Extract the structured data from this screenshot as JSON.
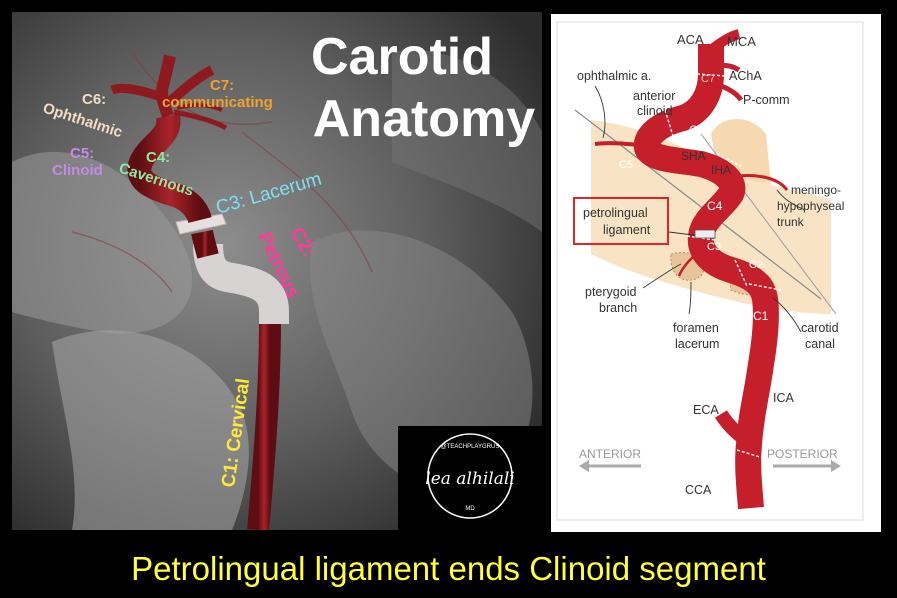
{
  "left_panel": {
    "title_line1": "Carotid",
    "title_line2": "Anatomy",
    "labels": {
      "c7_line1": "C7:",
      "c7_line2": "communicating",
      "c6_line1": "C6:",
      "c6_line2": "Ophthalmic",
      "c5_line1": "C5:",
      "c5_line2": "Clinoid",
      "c4_line1": "C4:",
      "c4_line2": "Cavernous",
      "c3": "C3: Lacerum",
      "c2_line1": "C2:",
      "c2_line2": "Petrous",
      "c1": "C1: Cervical"
    },
    "logo": {
      "top_text": "@TEACHPLAYGRUS",
      "name": "lea alhilali",
      "suffix": "MD"
    },
    "colors": {
      "artery": "#8e1a1f",
      "c7": "#f2a22a",
      "c6": "#f2dcc2",
      "c5": "#c48ae8",
      "c4": "#8fe8a2",
      "c3": "#7ee0f2",
      "c2": "#ff3a9a",
      "c1": "#ffe83a"
    }
  },
  "right_panel": {
    "labels": {
      "aca": "ACA",
      "mca": "MCA",
      "ophthalmic": "ophthalmic a.",
      "acha": "AChA",
      "anterior_clinoid_1": "anterior",
      "anterior_clinoid_2": "clinoid",
      "pcomm": "P-comm",
      "c7": "C7",
      "c6": "C6",
      "c5": "C5",
      "sha": "SHA",
      "iha": "IHA",
      "meningo_1": "meningo-",
      "meningo_2": "hypophyseal",
      "meningo_3": "trunk",
      "petrolingual_1": "petrolingual",
      "petrolingual_2": "ligament",
      "c4": "C4",
      "c3": "C3",
      "c2": "C2",
      "c1": "C1",
      "pterygoid_1": "pterygoid",
      "pterygoid_2": "branch",
      "foramen_1": "foramen",
      "foramen_2": "lacerum",
      "carotid_canal_1": "carotid",
      "carotid_canal_2": "canal",
      "ica": "ICA",
      "eca": "ECA",
      "cca": "CCA",
      "anterior": "ANTERIOR",
      "posterior": "POSTERIOR"
    },
    "colors": {
      "artery": "#c41f2a",
      "bone": "#f6d9b0",
      "highlight_box": "#e0242c"
    }
  },
  "caption": "Petrolingual ligament ends Clinoid segment"
}
